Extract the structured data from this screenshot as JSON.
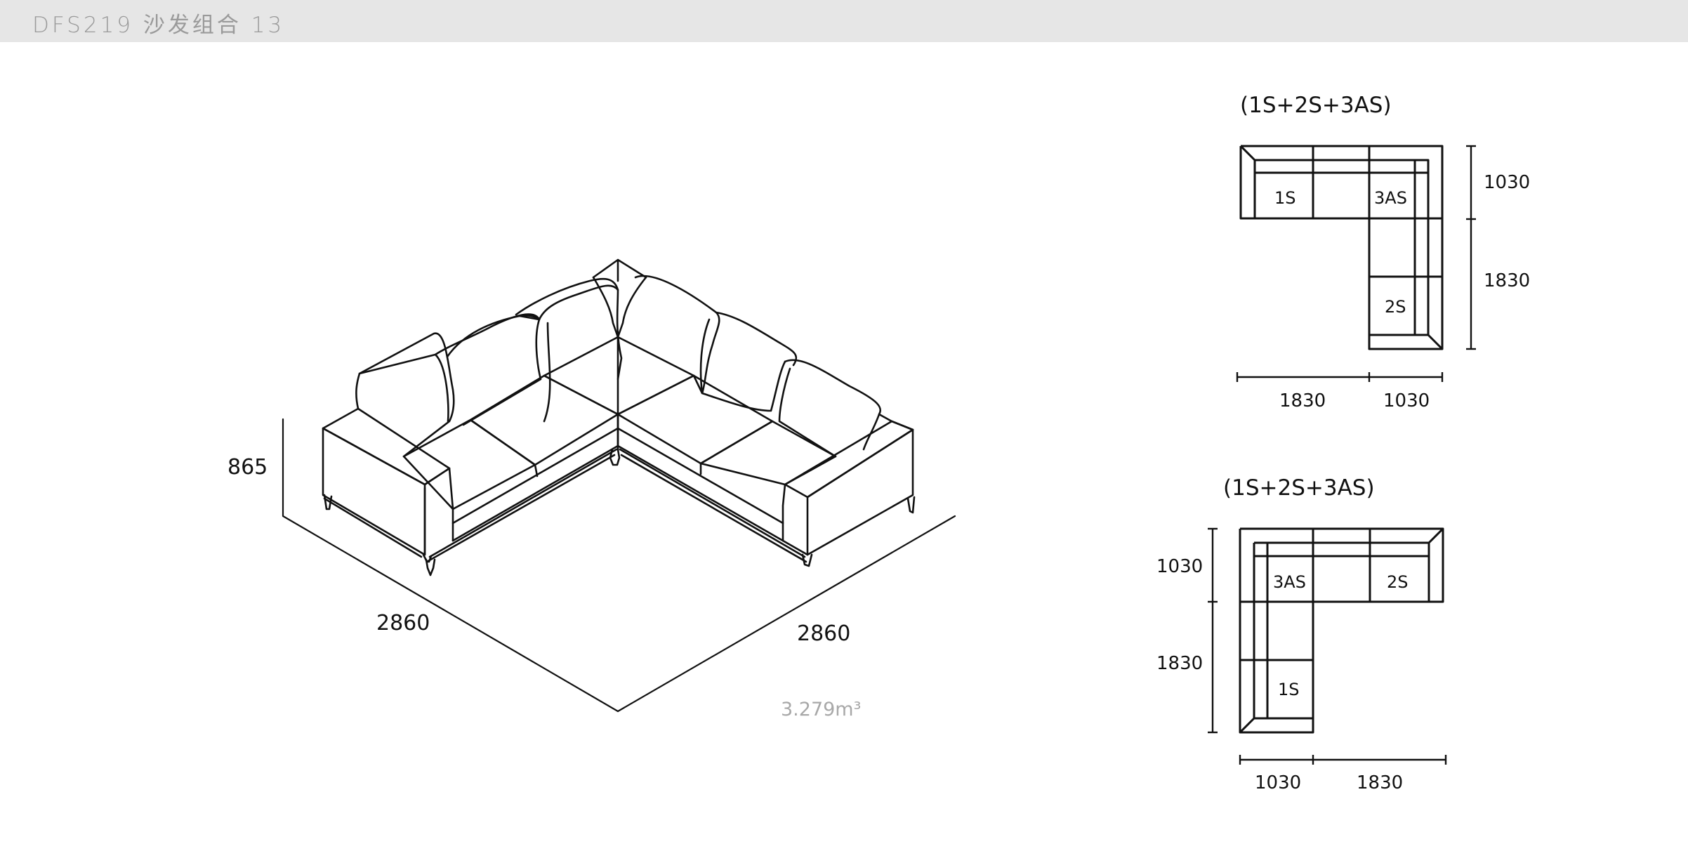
{
  "header": {
    "title": "DFS219 沙发组合 13"
  },
  "isometric": {
    "height_label": "865",
    "depth_left_label": "2860",
    "depth_right_label": "2860",
    "volume_label": "3.279m³"
  },
  "plan_a": {
    "title": "(1S+2S+3AS)",
    "seats": {
      "left": "1S",
      "corner": "3AS",
      "bottom": "2S"
    },
    "dim_right_top": "1030",
    "dim_right_bottom": "1830",
    "dim_bottom_left": "1830",
    "dim_bottom_right": "1030"
  },
  "plan_b": {
    "title": "(1S+2S+3AS)",
    "seats": {
      "corner": "3AS",
      "right": "2S",
      "bottom": "1S"
    },
    "dim_left_top": "1030",
    "dim_left_bottom": "1830",
    "dim_bottom_left": "1030",
    "dim_bottom_right": "1830"
  },
  "colors": {
    "header_bg": "#e6e6e6",
    "header_text": "#9a9a9a",
    "line": "#111111",
    "volume_text": "#a8a8a8"
  }
}
